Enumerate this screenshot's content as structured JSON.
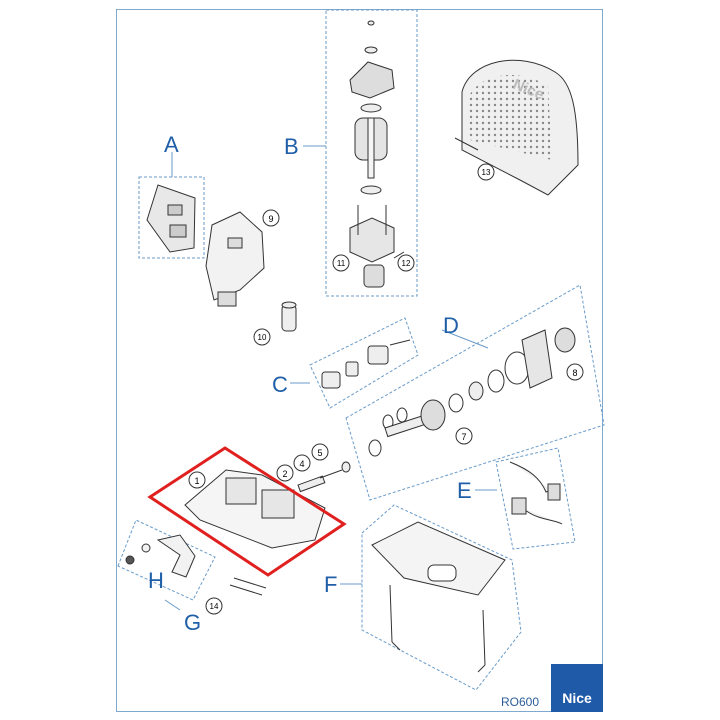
{
  "groups": {
    "a": "A",
    "b": "B",
    "c": "C",
    "d": "D",
    "e": "E",
    "f": "F",
    "g": "G",
    "h": "H"
  },
  "parts": {
    "p1": "1",
    "p2": "2",
    "p4": "4",
    "p5": "5",
    "p7": "7",
    "p8": "8",
    "p9": "9",
    "p10": "10",
    "p11": "11",
    "p12": "12",
    "p13": "13",
    "p14": "14"
  },
  "footer": {
    "model": "RO600",
    "brand": "Nice"
  },
  "cover_logo": "Nice",
  "colors": {
    "accent": "#1f5fa8",
    "highlight": "#e0201f",
    "frame": "#7fa9cf"
  }
}
